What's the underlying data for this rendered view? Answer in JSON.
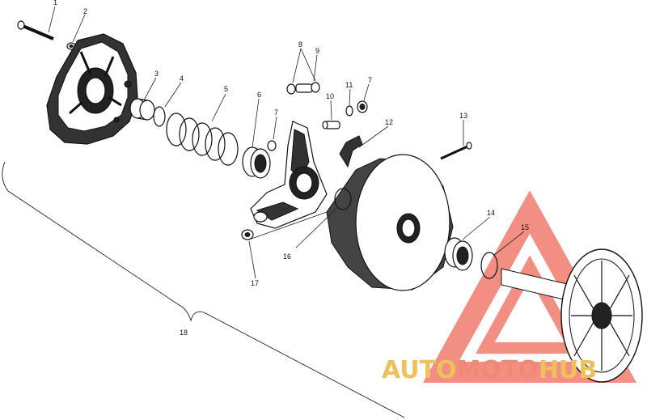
{
  "callouts": [
    {
      "id": "1",
      "label": "1"
    },
    {
      "id": "2",
      "label": "2"
    },
    {
      "id": "3",
      "label": "3"
    },
    {
      "id": "4",
      "label": "4"
    },
    {
      "id": "5",
      "label": "5"
    },
    {
      "id": "6",
      "label": "6"
    },
    {
      "id": "7a",
      "label": "7"
    },
    {
      "id": "7b",
      "label": "7"
    },
    {
      "id": "8",
      "label": "8"
    },
    {
      "id": "9",
      "label": "9"
    },
    {
      "id": "10",
      "label": "10"
    },
    {
      "id": "11",
      "label": "11"
    },
    {
      "id": "12",
      "label": "12"
    },
    {
      "id": "13",
      "label": "13"
    },
    {
      "id": "14",
      "label": "14"
    },
    {
      "id": "15",
      "label": "15"
    },
    {
      "id": "16",
      "label": "16"
    },
    {
      "id": "17",
      "label": "17"
    },
    {
      "id": "18",
      "label": "18"
    }
  ],
  "watermark": {
    "part1": "AUTO",
    "part2": "MOTO",
    "part3": "HUB",
    "color_main": "#f0c05a",
    "color_accent": "#f08878",
    "logo_color": "#f27b6e"
  }
}
